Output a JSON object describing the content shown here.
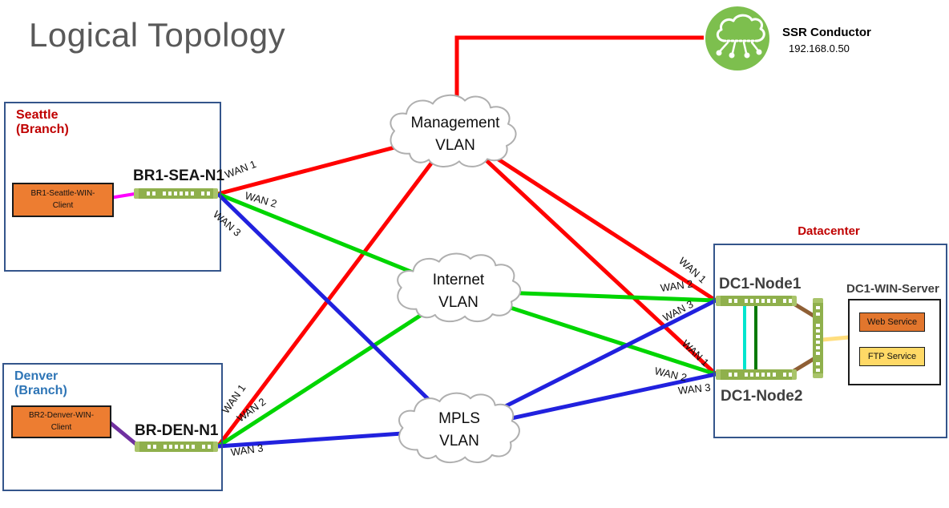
{
  "title": "Logical Topology",
  "conductor": {
    "label": "SSR Conductor",
    "ip": "192.168.0.50"
  },
  "clouds": {
    "management": {
      "line1": "Management",
      "line2": "VLAN"
    },
    "internet": {
      "line1": "Internet",
      "line2": "VLAN"
    },
    "mpls": {
      "line1": "MPLS",
      "line2": "VLAN"
    }
  },
  "seattle": {
    "title": "Seattle",
    "subtitle": "(Branch)",
    "client_line1": "BR1-Seattle-WIN-",
    "client_line2": "Client",
    "router": "BR1-SEA-N1"
  },
  "denver": {
    "title": "Denver",
    "subtitle": "(Branch)",
    "client_line1": "BR2-Denver-WIN-",
    "client_line2": "Client",
    "router": "BR-DEN-N1"
  },
  "datacenter": {
    "title": "Datacenter",
    "node1": "DC1-Node1",
    "node2": "DC1-Node2",
    "server_title": "DC1-WIN-Server",
    "services": [
      "Web Service",
      "FTP Service"
    ]
  },
  "wan_labels": {
    "seattle": [
      "WAN 1",
      "WAN 2",
      "WAN 3"
    ],
    "denver": [
      "WAN 1",
      "WAN 2",
      "WAN 3"
    ],
    "dc_node1": [
      "WAN 1",
      "WAN 2",
      "WAN 3"
    ],
    "dc_node2": [
      "WAN 1",
      "WAN 2",
      "WAN 3"
    ]
  },
  "colors": {
    "management_link": "#FF0000",
    "internet_link": "#00D500",
    "mpls_link": "#2121DE",
    "conductor_green": "#7DBF4E",
    "router_green": "#8FB04C",
    "client_orange": "#ED7D31",
    "web_service_orange": "#E2762D",
    "ftp_service_yellow": "#FFD966",
    "site_border_navy": "#34558B",
    "seattle_title_red": "#C00000",
    "denver_title_blue": "#2E75B6",
    "datacenter_title_red": "#C00000",
    "seattle_client_link": "#FF00FF",
    "denver_client_link": "#7030A0",
    "ha_link_cyan": "#00E5CE",
    "ha_link_dark_green": "#077A07",
    "lan_link_brown": "#8F5F35",
    "server_link_yellow": "#FFDE7E",
    "cloud_stroke_gray": "#AFAFAF",
    "title_gray": "#595959"
  }
}
